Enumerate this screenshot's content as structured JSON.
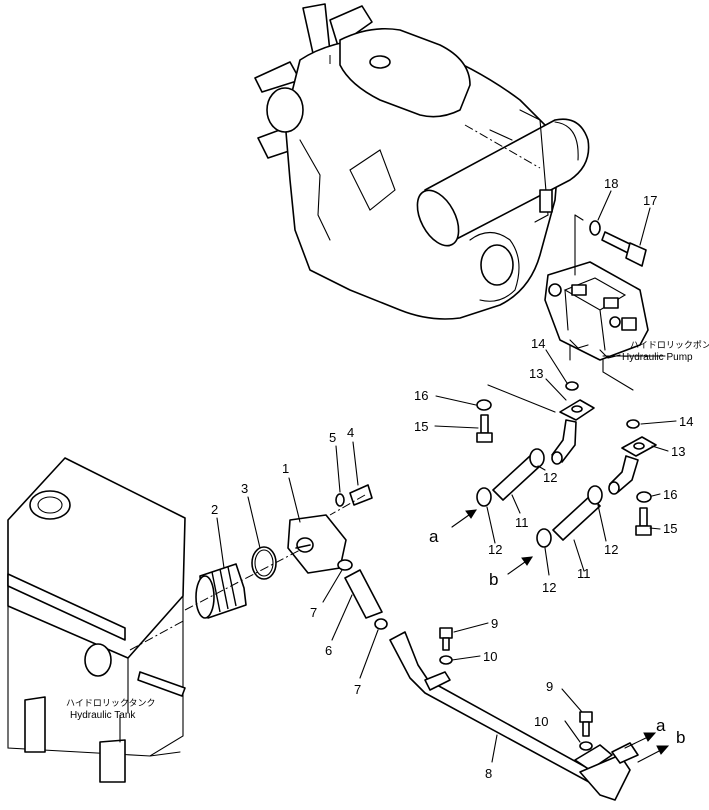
{
  "callouts": [
    "1",
    "2",
    "3",
    "4",
    "5",
    "6",
    "7",
    "7",
    "8",
    "9",
    "9",
    "10",
    "10",
    "11",
    "11",
    "12",
    "12",
    "12",
    "12",
    "13",
    "13",
    "14",
    "14",
    "15",
    "15",
    "16",
    "16",
    "17",
    "18"
  ],
  "labels": {
    "pump_jp": "ハイドロリックポンプ",
    "pump_en": "Hydraulic  Pump",
    "tank_jp": "ハイドロリックタンク",
    "tank_en": "Hydraulic Tank"
  },
  "arrows": {
    "a": "a",
    "b": "b"
  },
  "icons": [
    "engine-icon",
    "hydraulic-pump-icon",
    "hydraulic-tank-icon",
    "strainer-element-icon",
    "o-ring-icon",
    "bolt-icon",
    "washer-icon",
    "hose-icon",
    "clamp-icon",
    "elbow-icon",
    "suction-pipe-icon",
    "arrow-icon"
  ]
}
